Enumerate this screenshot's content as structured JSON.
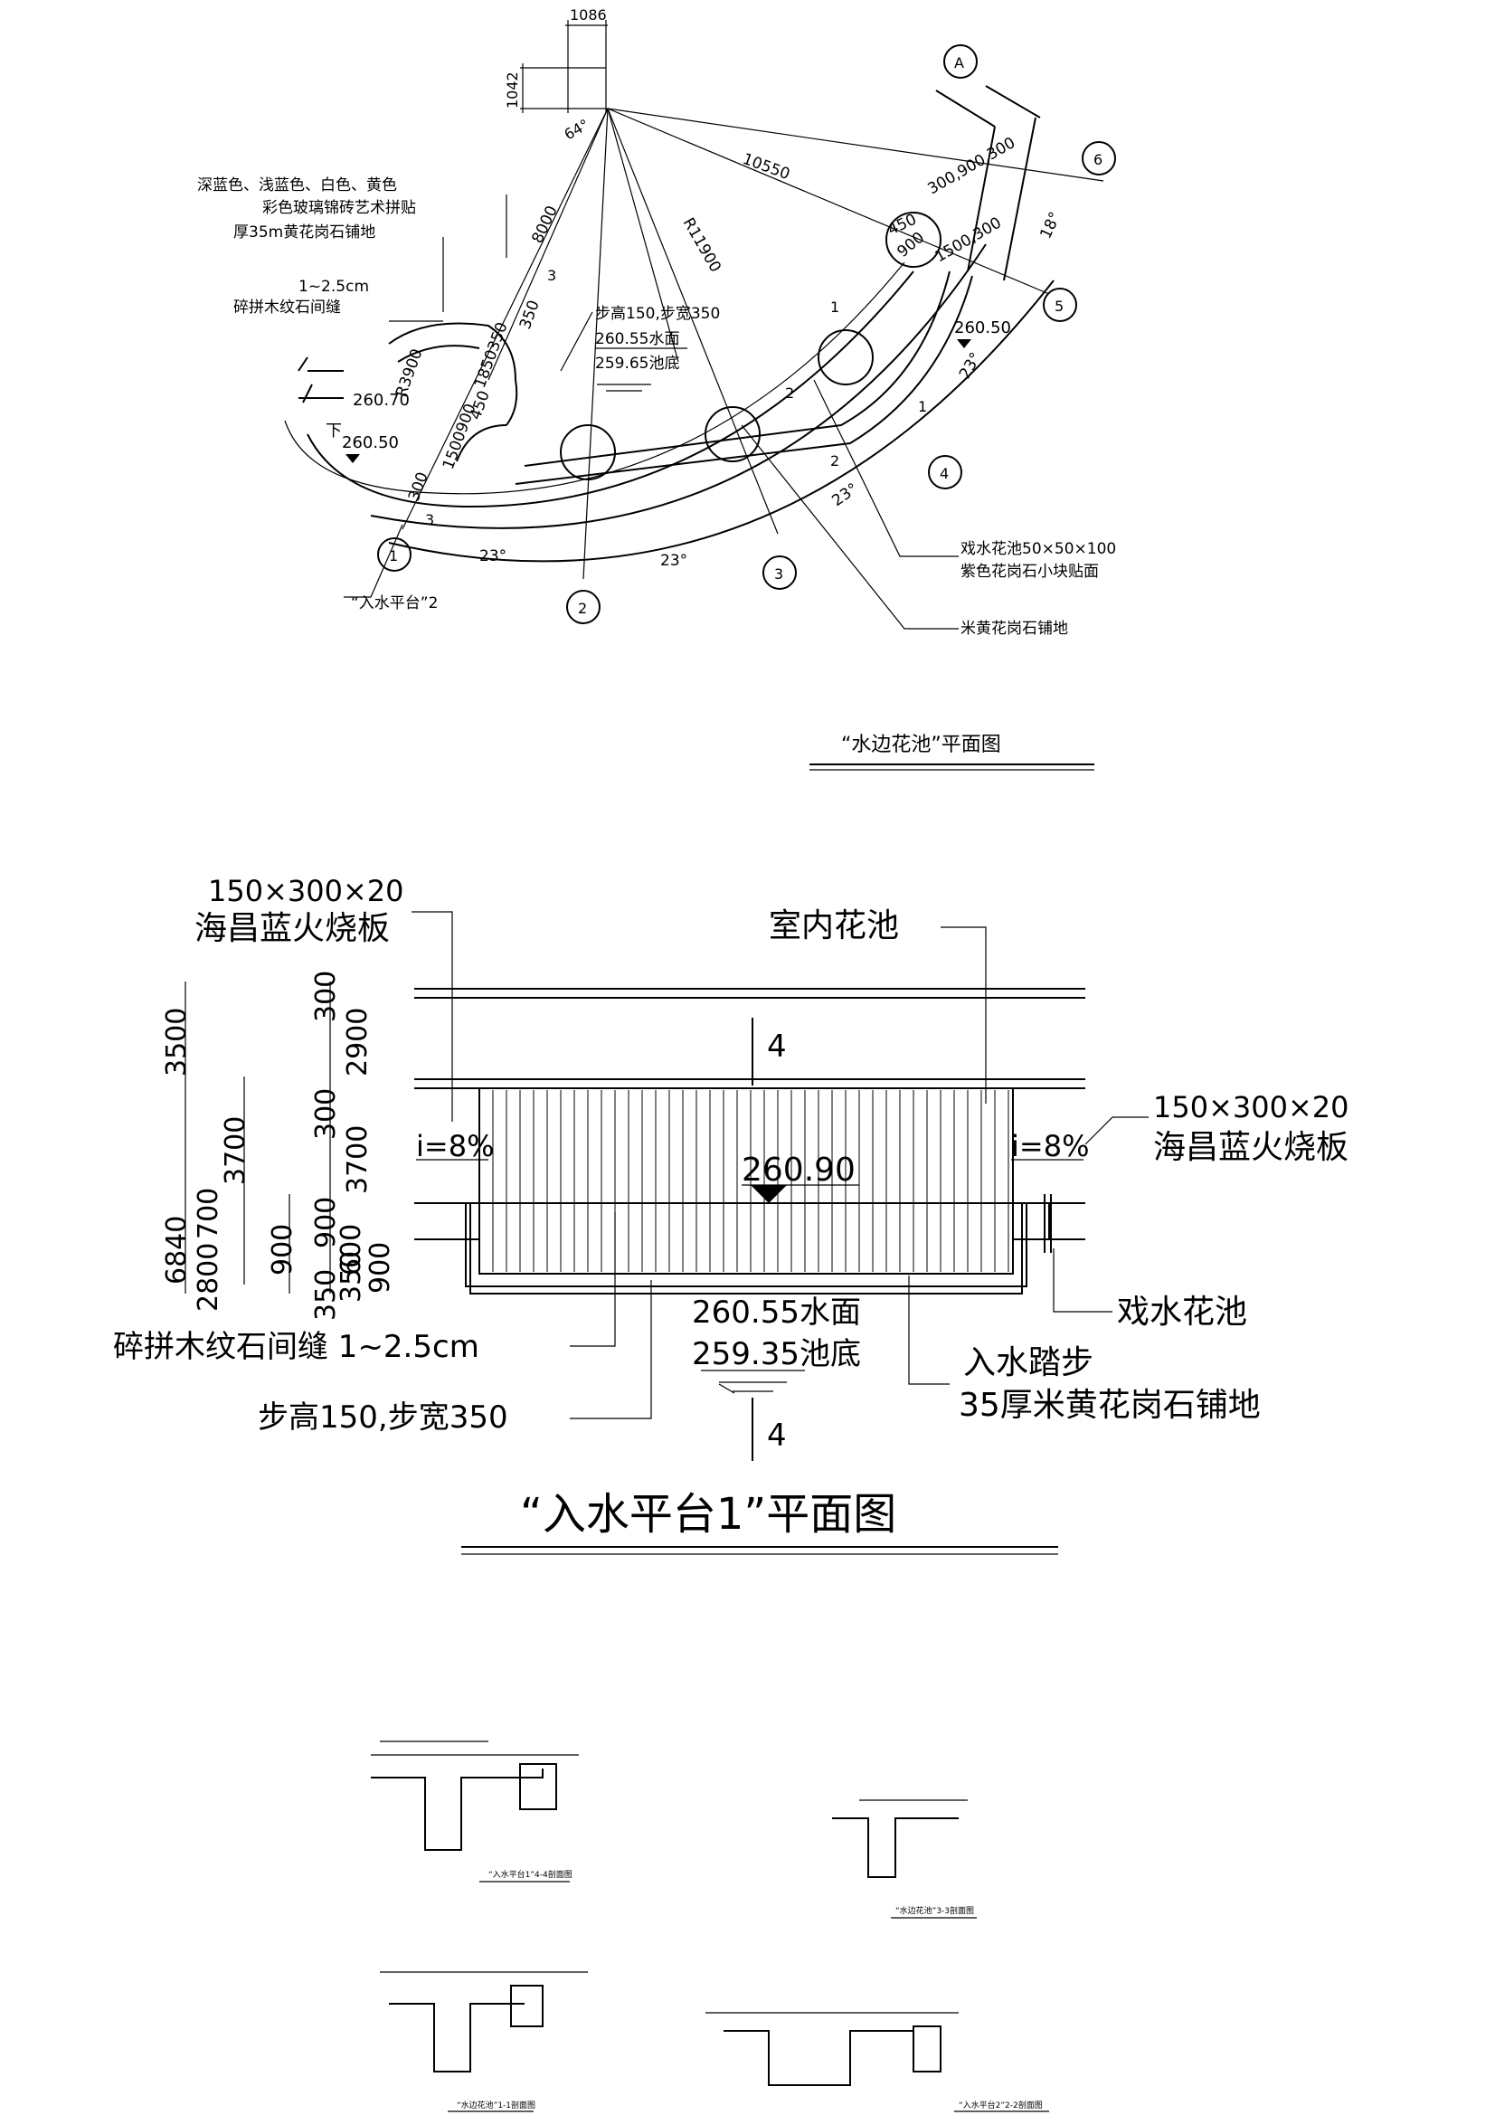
{
  "plan1": {
    "title": "“水边花池”平面图",
    "dims": {
      "d1086": "1086",
      "d1042": "1042",
      "d64": "64°",
      "d8000": "8000",
      "d10550": "10550",
      "dR11900": "R11900",
      "d300_900_300": "300,900,300",
      "d18": "18°",
      "d450": "450",
      "d900": "900",
      "d1500_300": "1500,300",
      "dR3900": "R3900",
      "d350": "350",
      "d1850_350": "1850350",
      "d450b": "450",
      "d1500_900": "1500900",
      "d300": "300",
      "d23a": "23°",
      "d23b": "23°",
      "d23c": "23°",
      "d23d": "23°"
    },
    "elev": {
      "e260_70": "260.70",
      "e260_50a": "260.50",
      "e260_50b": "260.50",
      "down": "下"
    },
    "grid": [
      "A",
      "6",
      "5",
      "4",
      "3",
      "2",
      "1"
    ],
    "labels": {
      "mosaic1": "深蓝色、浅蓝色、白色、黄色",
      "mosaic2": "彩色玻璃锦砖艺术拼贴",
      "granite": "厚35m黄花岗石铺地",
      "gap1": "1~2.5cm",
      "gap2": "碎拼木纹石间缝",
      "step": "步高150,步宽350",
      "water": "260.55水面",
      "bottom": "259.65池底",
      "platform": "“入水平台”2",
      "pool1": "戏水花池50×50×100",
      "pool2": "紫色花岗石小块贴面",
      "beige": "米黄花岗石铺地",
      "n1": "1",
      "n2": "2",
      "n3": "3"
    }
  },
  "plan2": {
    "title": "“入水平台1”平面图",
    "labels": {
      "brick_top1": "150×300×20",
      "brick_top2": "海昌蓝火烧板",
      "indoor": "室内花池",
      "brick_r1": "150×300×20",
      "brick_r2": "海昌蓝火烧板",
      "slope_l": "i=8%",
      "slope_r": "i=8%",
      "elev": "260.90",
      "sec4a": "4",
      "sec4b": "4",
      "pool": "戏水花池",
      "water": "260.55水面",
      "bottom": "259.35池底",
      "step_in": "入水踏步",
      "granite": "35厚米黄花岗石铺地",
      "gap": "碎拼木纹石间缝 1~2.5cm",
      "step": "步高150,步宽350"
    },
    "dims": {
      "d3500": "3500",
      "d300a": "300",
      "d2900": "2900",
      "d6840": "6840",
      "d3700a": "3700",
      "d300b": "300",
      "d3700b": "3700",
      "d700": "700",
      "d900a": "900",
      "d2800": "2800",
      "d900b": "900",
      "d600": "600",
      "d350a": "350",
      "d350b": "350",
      "d900c": "900"
    }
  },
  "sections": {
    "s1": "“入水平台1”4-4剖面图",
    "s2": "“水边花池”3-3剖面图",
    "s3": "“水边花池”1-1剖面图",
    "s4": "“入水平台2”2-2剖面图"
  }
}
